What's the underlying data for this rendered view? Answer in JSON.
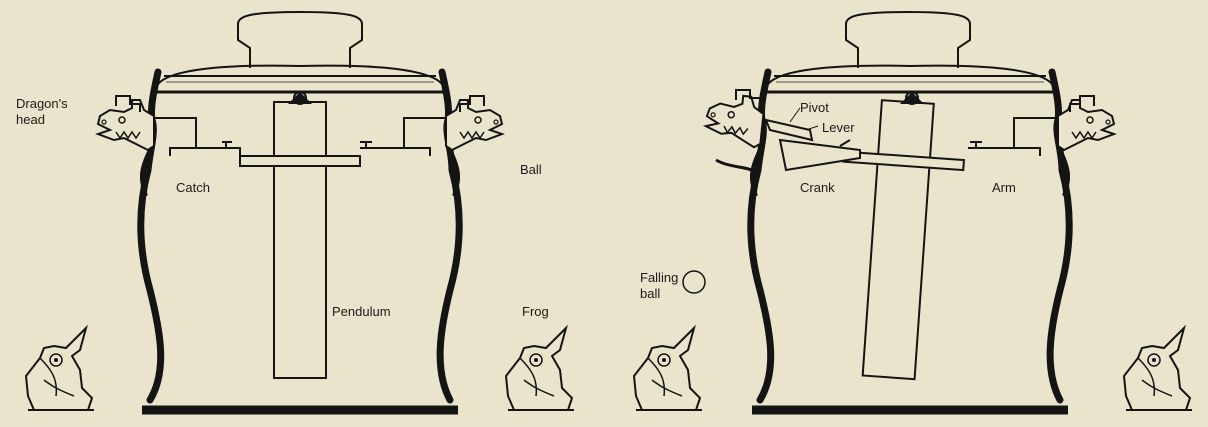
{
  "colors": {
    "paper": "#ebe4cc",
    "ink": "#141414",
    "grey": "#9c9a92"
  },
  "left_diagram": {
    "dragon_head": "Dragon's",
    "dragon_head_2": "head",
    "catch": "Catch",
    "ball": "Ball",
    "pendulum": "Pendulum",
    "frog": "Frog"
  },
  "right_diagram": {
    "pivot": "Pivot",
    "lever": "Lever",
    "crank": "Crank",
    "arm": "Arm",
    "falling_ball": "Falling",
    "falling_ball_2": "ball"
  }
}
